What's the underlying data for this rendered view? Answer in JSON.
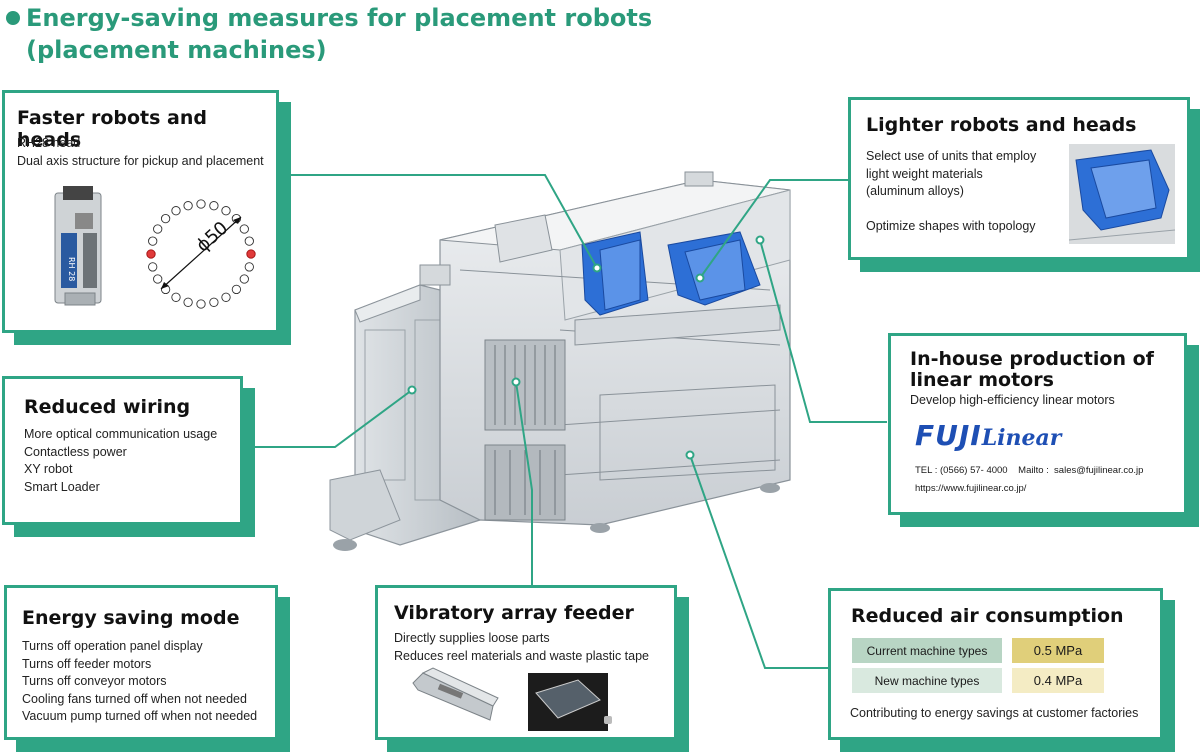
{
  "title": {
    "line1": "Energy-saving measures for placement robots",
    "line2": "(placement machines)"
  },
  "colors": {
    "accent": "#2fa585",
    "title": "#2a9a7a",
    "robot_blue": "#2d6fd6",
    "logo_blue": "#1e4fb4"
  },
  "faster": {
    "heading": "Faster robots and heads",
    "lines": [
      "RH28 head",
      "Dual axis structure for pickup and placement"
    ],
    "diameter_label": "ϕ50",
    "head_label": "RH 28"
  },
  "wiring": {
    "heading": "Reduced wiring",
    "lines": [
      "More optical communication usage",
      "Contactless power",
      "XY robot",
      "Smart Loader"
    ]
  },
  "energy": {
    "heading": "Energy saving mode",
    "lines": [
      "Turns off operation panel display",
      "Turns off feeder motors",
      "Turns off conveyor motors",
      "Cooling fans turned off when not needed",
      "Vacuum pump turned off when not needed"
    ]
  },
  "vibratory": {
    "heading": "Vibratory array feeder",
    "lines": [
      "Directly supplies loose parts",
      "Reduces reel materials and waste plastic tape"
    ]
  },
  "lighter": {
    "heading": "Lighter robots and heads",
    "lines": [
      "Select use of units that employ",
      "light weight materials",
      "(aluminum alloys)",
      "",
      "Optimize shapes with topology"
    ]
  },
  "linear": {
    "heading_line1": "In-house production of",
    "heading_line2": "linear motors",
    "subtitle": "Develop high-efficiency linear motors",
    "logo_bold": "FUJI",
    "logo_italic": "Linear",
    "contact": "TEL : (0566) 57- 4000    Mailto :  sales@fujilinear.co.jp",
    "url": "https://www.fujilinear.co.jp/"
  },
  "air": {
    "heading": "Reduced air consumption",
    "rows": [
      {
        "label": "Current machine types",
        "value": "0.5 MPa"
      },
      {
        "label": "New machine types",
        "value": "0.4 MPa"
      }
    ],
    "footer": "Contributing to energy savings at customer factories"
  }
}
